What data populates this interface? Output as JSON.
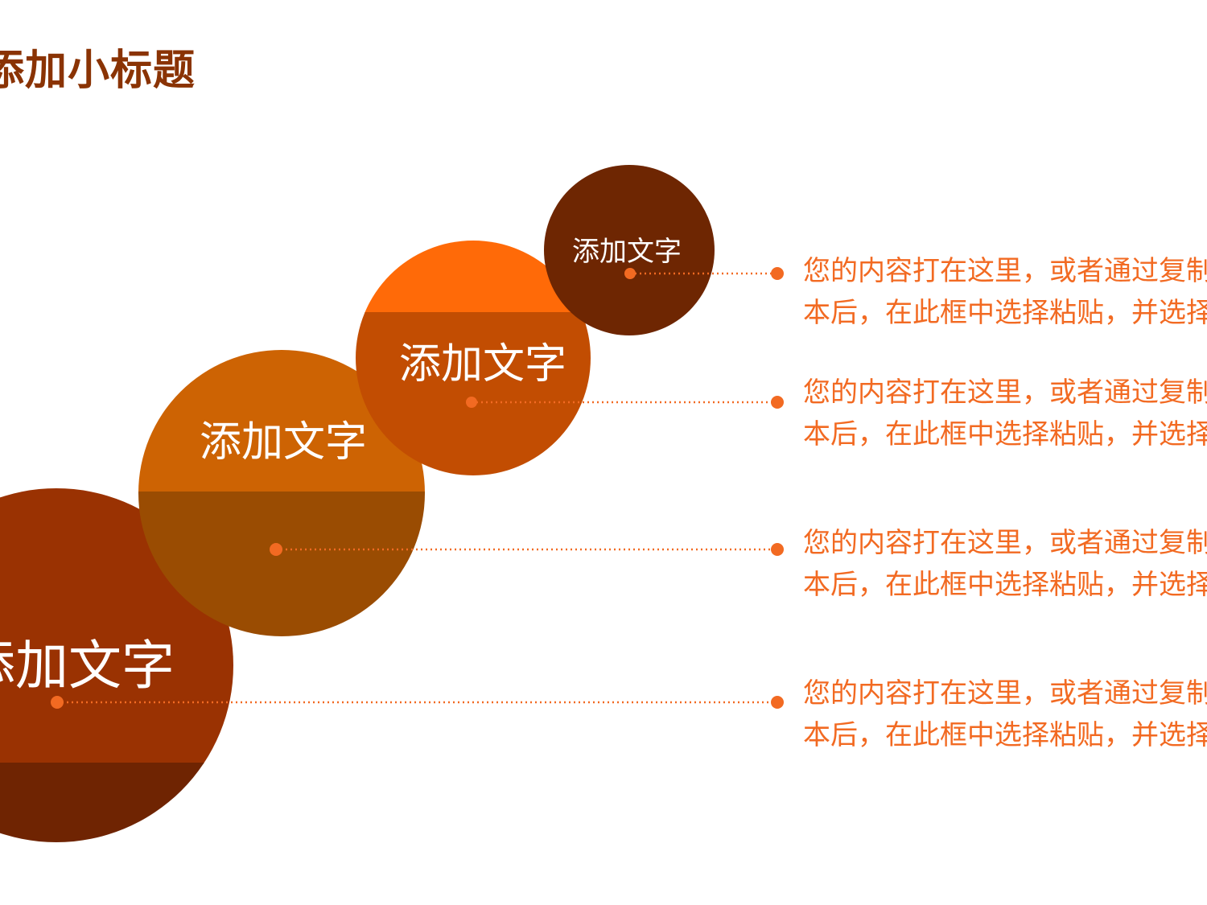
{
  "title": "添加小标题",
  "colors": {
    "title": "#8a3304",
    "desc_text": "#f26a22",
    "connector": "#f26a22"
  },
  "circles": [
    {
      "label": "添加文字",
      "top_color": "#ff6a08",
      "bottom_color": "#c24d02"
    },
    {
      "label": "添加文字",
      "top_color": "#cd6303",
      "bottom_color": "#9a4c02"
    },
    {
      "label": "添加文字",
      "top_color": "#9a3202",
      "bottom_color": "#6f2402"
    },
    {
      "label": "添加文字",
      "top_color": "#6e2602",
      "bottom_color": "#6e2602"
    }
  ],
  "descriptions": [
    {
      "line1": "您的内容打在这里，或者通过复制",
      "line2": "本后，在此框中选择粘贴，并选择"
    },
    {
      "line1": "您的内容打在这里，或者通过复制",
      "line2": "本后，在此框中选择粘贴，并选择"
    },
    {
      "line1": "您的内容打在这里，或者通过复制",
      "line2": "本后，在此框中选择粘贴，并选择"
    },
    {
      "line1": "您的内容打在这里，或者通过复制",
      "line2": "本后，在此框中选择粘贴，并选择"
    }
  ]
}
